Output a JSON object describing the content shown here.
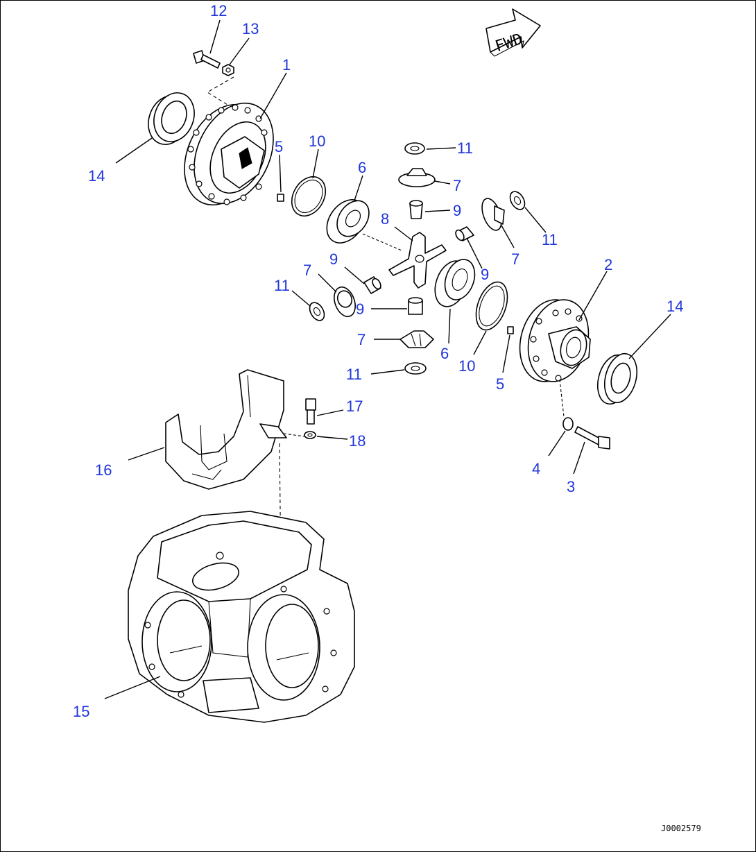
{
  "diagram": {
    "fwd_label": "FWD",
    "drawing_number": "J0002579",
    "callouts": [
      {
        "id": "c12a",
        "text": "12"
      },
      {
        "id": "c13a",
        "text": "13"
      },
      {
        "id": "c1",
        "text": "1"
      },
      {
        "id": "c14a",
        "text": "14"
      },
      {
        "id": "c5a",
        "text": "5"
      },
      {
        "id": "c10a",
        "text": "10"
      },
      {
        "id": "c6a",
        "text": "6"
      },
      {
        "id": "c11a",
        "text": "11"
      },
      {
        "id": "c7a",
        "text": "7"
      },
      {
        "id": "c9a",
        "text": "9"
      },
      {
        "id": "c8",
        "text": "8"
      },
      {
        "id": "c11b",
        "text": "11"
      },
      {
        "id": "c7b",
        "text": "7"
      },
      {
        "id": "c9b",
        "text": "9"
      },
      {
        "id": "c11c",
        "text": "11"
      },
      {
        "id": "c7c",
        "text": "7"
      },
      {
        "id": "c9c",
        "text": "9"
      },
      {
        "id": "c9d",
        "text": "9"
      },
      {
        "id": "c2",
        "text": "2"
      },
      {
        "id": "c14b",
        "text": "14"
      },
      {
        "id": "c7d",
        "text": "7"
      },
      {
        "id": "c6b",
        "text": "6"
      },
      {
        "id": "c10b",
        "text": "10"
      },
      {
        "id": "c11d",
        "text": "11"
      },
      {
        "id": "c5b",
        "text": "5"
      },
      {
        "id": "c17",
        "text": "17"
      },
      {
        "id": "c18",
        "text": "18"
      },
      {
        "id": "c16",
        "text": "16"
      },
      {
        "id": "c4",
        "text": "4"
      },
      {
        "id": "c3",
        "text": "3"
      },
      {
        "id": "c15",
        "text": "15"
      }
    ]
  }
}
